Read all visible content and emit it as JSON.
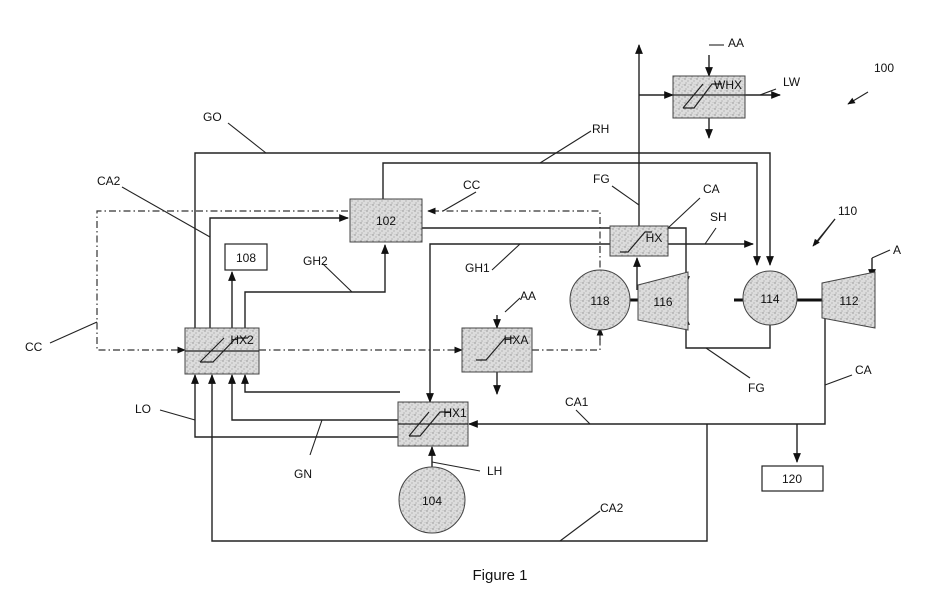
{
  "figure": {
    "caption": "Figure 1",
    "reference": "100",
    "subsystem": "110"
  },
  "components": {
    "c102": "102",
    "c104": "104",
    "c108": "108",
    "c112": "112",
    "c114": "114",
    "c116": "116",
    "c118": "118",
    "c120": "120",
    "hx1": "HX1",
    "hx2": "HX2",
    "hxa": "HXA",
    "hxb": "HX",
    "whx": "WHX"
  },
  "streams": {
    "go": "GO",
    "rh": "RH",
    "ca2_top": "CA2",
    "cc_top": "CC",
    "fg_top": "FG",
    "ca_top": "CA",
    "sh": "SH",
    "aa_top": "AA",
    "lw": "LW",
    "gh2": "GH2",
    "gh1": "GH1",
    "aa_mid": "AA",
    "cc_left": "CC",
    "lo": "LO",
    "ca1": "CA1",
    "fg_bot": "FG",
    "ca_right": "CA",
    "a": "A",
    "gn": "GN",
    "lh": "LH",
    "ca2_bot": "CA2"
  },
  "colors": {
    "line": "#222222",
    "unit_fill": "#d8d8d8"
  }
}
